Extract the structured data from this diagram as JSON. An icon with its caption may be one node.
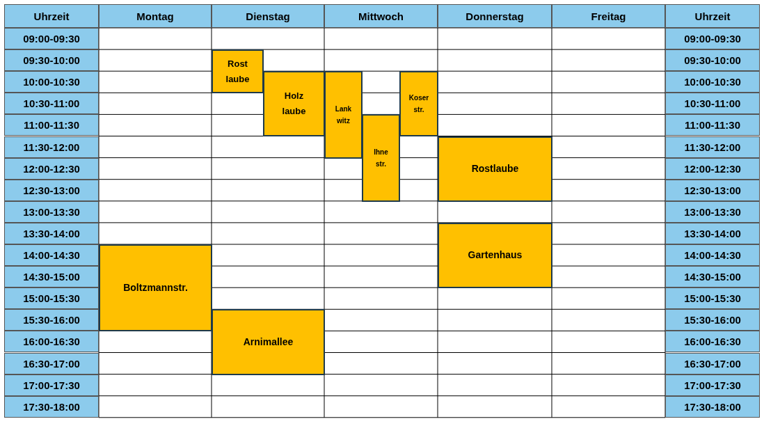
{
  "diagram": {
    "nodes": [
      {
        "text": [
          "Rost laube"
        ]
      },
      {
        "text": [
          "Holz laube"
        ]
      },
      {
        "text": [
          "Lank witz"
        ]
      },
      {
        "text": [
          "Koser str."
        ]
      },
      {
        "text": [
          "Ihne str."
        ]
      },
      {
        "text": [
          "Rostlaube"
        ]
      },
      {
        "text": [
          "Gartenhaus"
        ]
      },
      {
        "text": [
          "Boltzmannstr."
        ]
      },
      {
        "text": [
          "Arnimallee"
        ]
      }
    ],
    "labels": [
      "Uhrzeit",
      "Montag",
      "Dienstag",
      "Mittwoch",
      "Donnerstag",
      "Freitag",
      "Uhrzeit",
      "09:00-09:30",
      "09:00-09:30",
      "09:30-10:00",
      "09:30-10:00",
      "10:00-10:30",
      "10:00-10:30",
      "10:30-11:00",
      "10:30-11:00",
      "11:00-11:30",
      "11:00-11:30",
      "11:30-12:00",
      "11:30-12:00",
      "12:00-12:30",
      "12:00-12:30",
      "12:30-13:00",
      "12:30-13:00",
      "13:00-13:30",
      "13:00-13:30",
      "13:30-14:00",
      "13:30-14:00",
      "14:00-14:30",
      "14:00-14:30",
      "14:30-15:00",
      "14:30-15:00",
      "15:00-15:30",
      "15:00-15:30",
      "15:30-16:00",
      "15:30-16:00",
      "16:00-16:30",
      "16:00-16:30",
      "16:30-17:00",
      "16:30-17:00",
      "17:00-17:30",
      "17:00-17:30",
      "17:30-18:00",
      "17:30-18:00"
    ]
  }
}
